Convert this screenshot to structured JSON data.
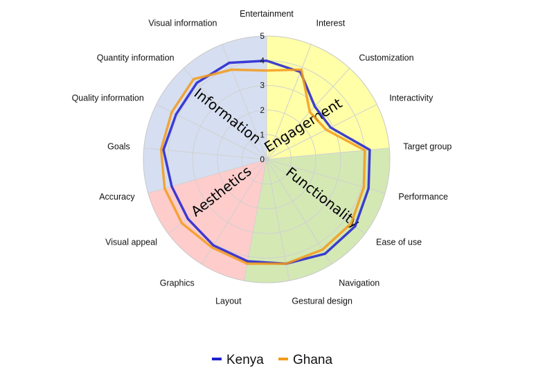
{
  "chart_data": {
    "type": "radar",
    "axes": [
      "Entertainment",
      "Interest",
      "Customization",
      "Interactivity",
      "Target group",
      "Performance",
      "Ease of use",
      "Navigation",
      "Gestural design",
      "Layout",
      "Graphics",
      "Visual appeal",
      "Accuracy",
      "Goals",
      "Quality information",
      "Quantity information",
      "Visual information"
    ],
    "rlim": [
      0,
      5
    ],
    "r_ticks": [
      0,
      1,
      2,
      3,
      4,
      5
    ],
    "grid": true,
    "legend_position": "bottom",
    "sectors": [
      {
        "label": "Engagement",
        "axes_from": 0,
        "axes_to": 4,
        "color": "#ffffa8"
      },
      {
        "label": "Functionality",
        "axes_from": 4,
        "axes_to": 9,
        "color": "#d4e8b4"
      },
      {
        "label": "Aesthetics",
        "axes_from": 9,
        "axes_to": 12,
        "color": "#ffcccc"
      },
      {
        "label": "Information",
        "axes_from": 12,
        "axes_to": 17,
        "color": "#d6dff1"
      }
    ],
    "series": [
      {
        "name": "Kenya",
        "color": "#1f1fcf",
        "values": [
          4.0,
          3.8,
          2.9,
          2.9,
          4.2,
          4.3,
          4.5,
          4.5,
          4.3,
          4.2,
          4.1,
          4.0,
          4.0,
          4.2,
          4.1,
          4.2,
          4.2
        ]
      },
      {
        "name": "Ghana",
        "color": "#f39a1a",
        "values": [
          3.6,
          3.9,
          2.6,
          2.7,
          4.0,
          4.1,
          4.3,
          4.3,
          4.3,
          4.3,
          4.2,
          4.3,
          4.3,
          4.3,
          4.3,
          4.4,
          3.9
        ]
      }
    ]
  }
}
